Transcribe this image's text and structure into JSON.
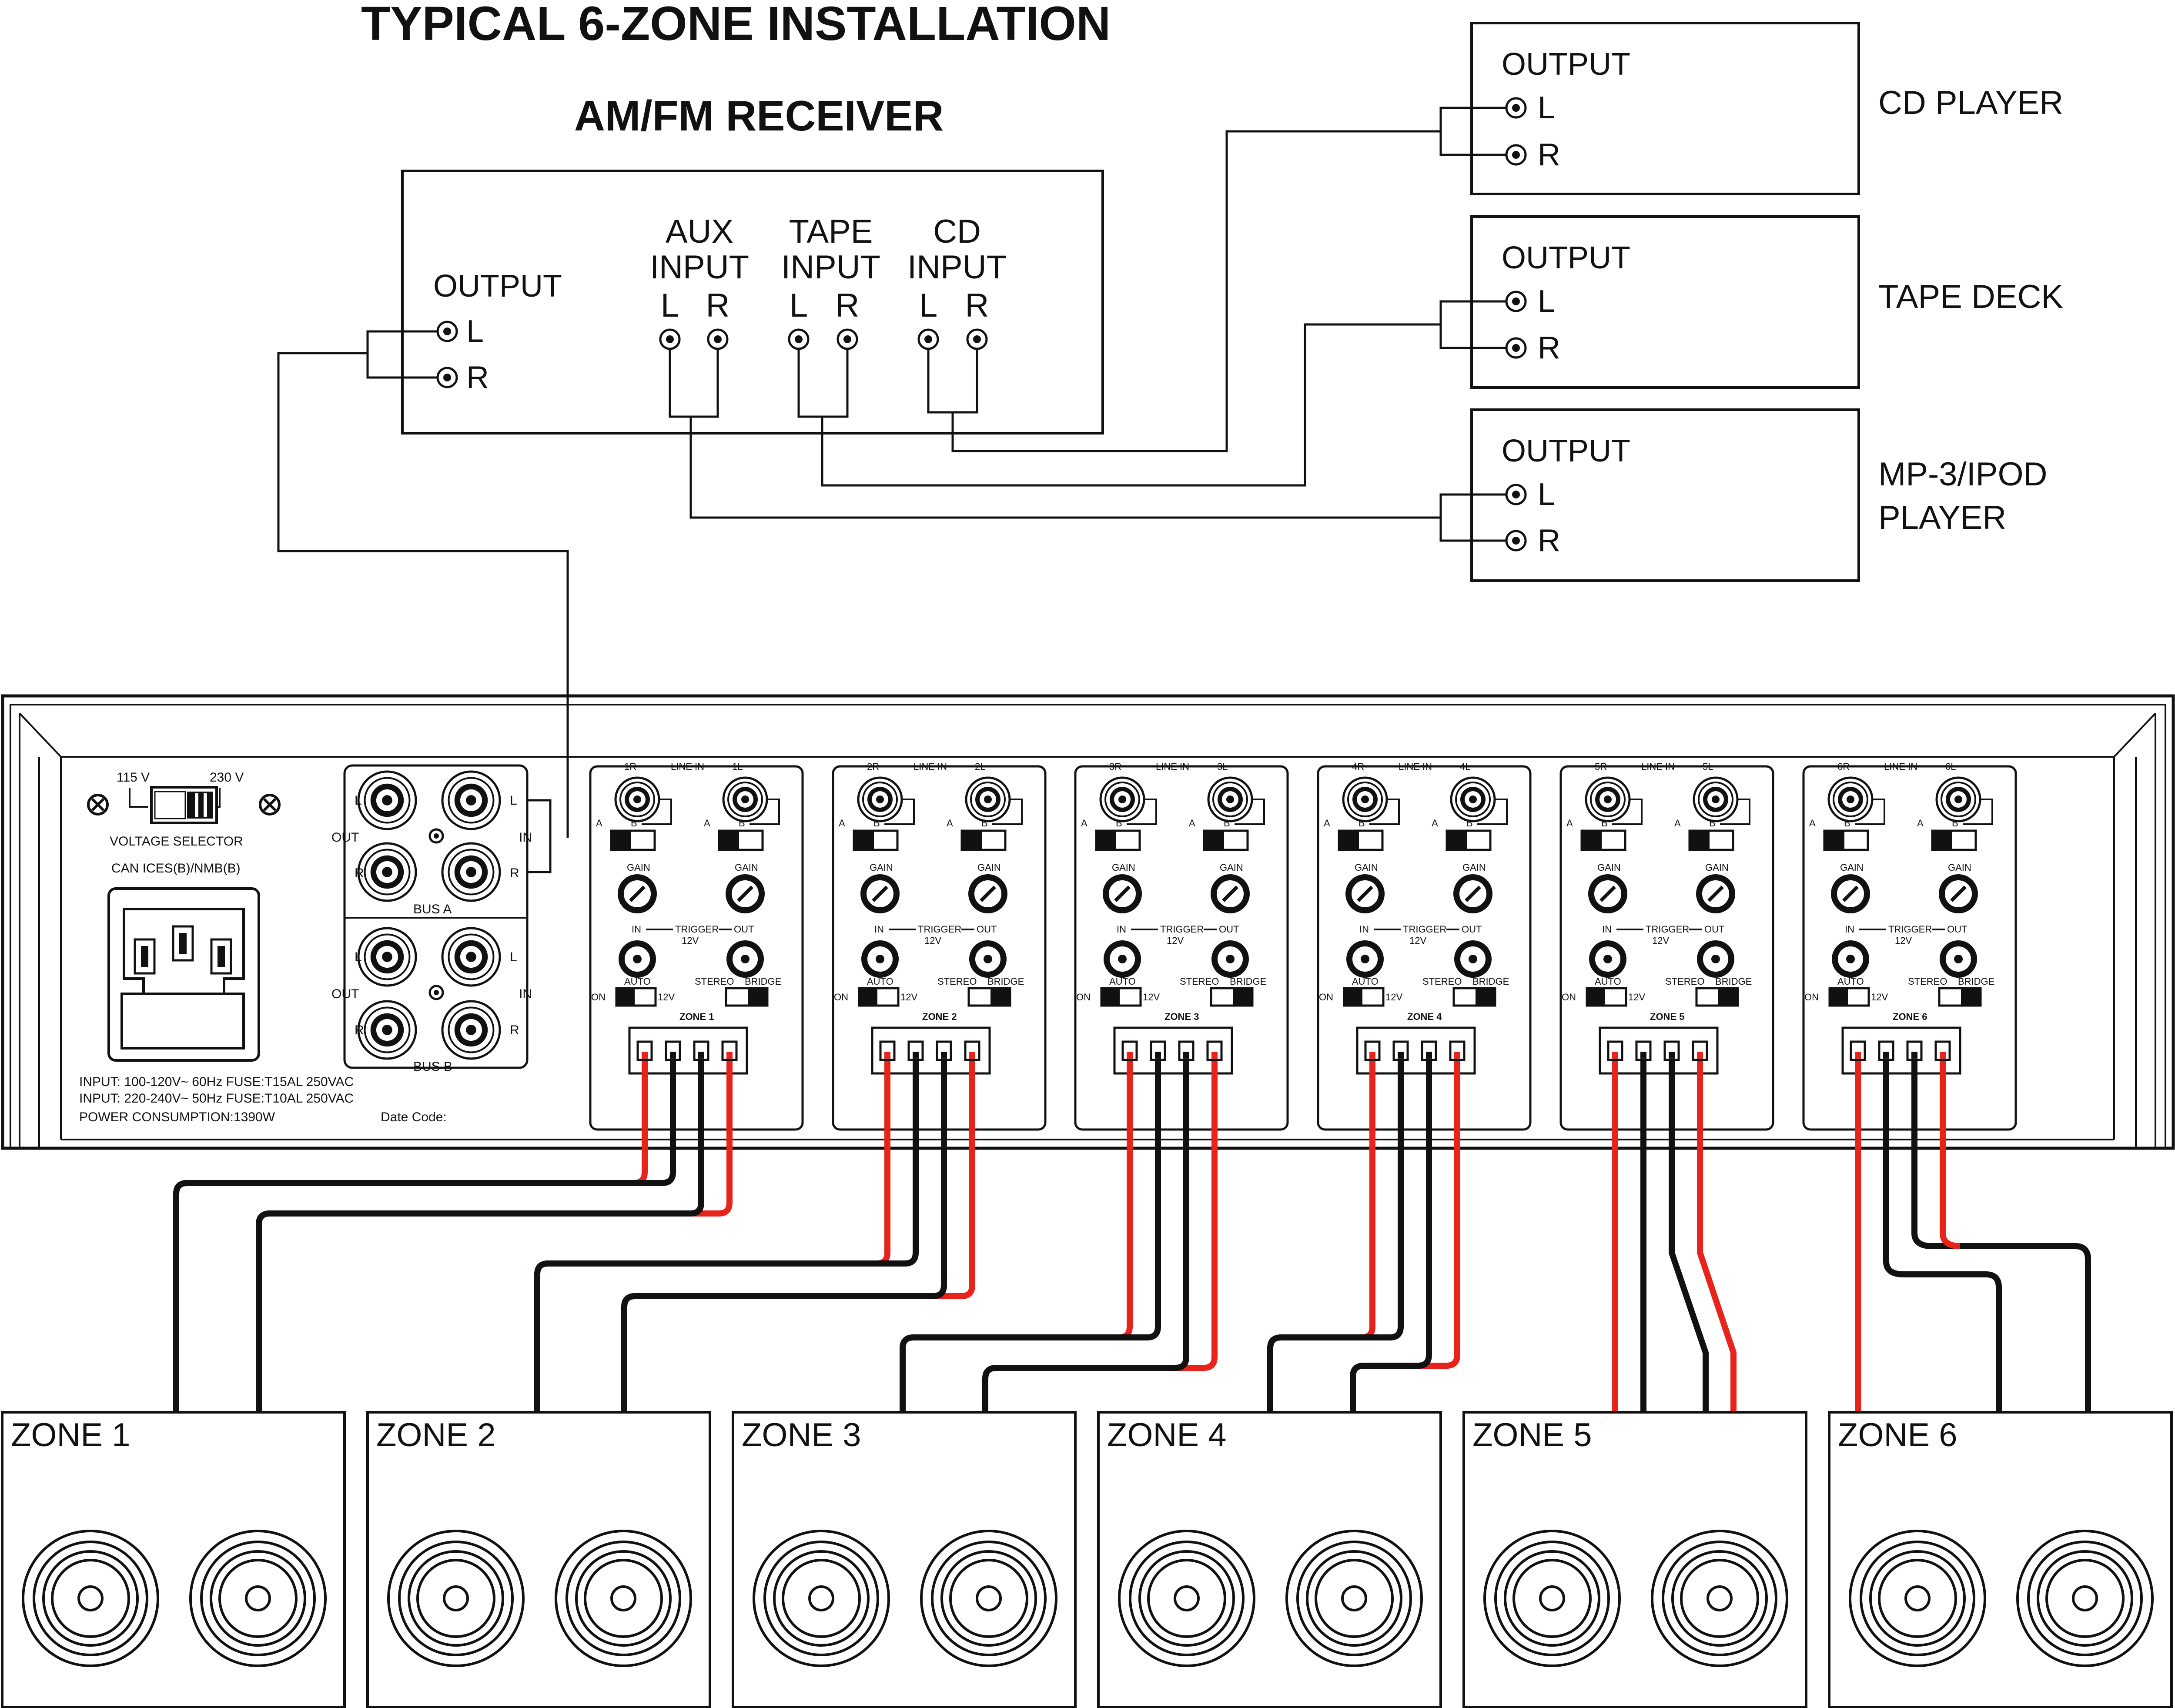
{
  "title": "TYPICAL 6-ZONE INSTALLATION",
  "receiver": {
    "name": "AM/FM RECEIVER",
    "output_label": "OUTPUT",
    "L": "L",
    "R": "R",
    "inputs": [
      {
        "line1": "AUX",
        "line2": "INPUT"
      },
      {
        "line1": "TAPE",
        "line2": "INPUT"
      },
      {
        "line1": "CD",
        "line2": "INPUT"
      }
    ]
  },
  "sources": [
    {
      "name": "CD PLAYER",
      "output_label": "OUTPUT",
      "L": "L",
      "R": "R"
    },
    {
      "name": "TAPE DECK",
      "output_label": "OUTPUT",
      "L": "L",
      "R": "R"
    },
    {
      "name_line1": "MP-3/IPOD",
      "name_line2": "PLAYER",
      "output_label": "OUTPUT",
      "L": "L",
      "R": "R"
    }
  ],
  "amplifier": {
    "v115": "115 V",
    "v230": "230 V",
    "voltage_selector": "VOLTAGE SELECTOR",
    "can_ices": "CAN ICES(B)/NMB(B)",
    "input1": "INPUT: 100-120V~ 60Hz FUSE:T15AL 250VAC",
    "input2": "INPUT: 220-240V~ 50Hz FUSE:T10AL 250VAC",
    "power": "POWER CONSUMPTION:1390W",
    "date_code": "Date Code:",
    "bus_a": "BUS A",
    "bus_b": "BUS B",
    "out": "OUT",
    "in": "IN",
    "L": "L",
    "R": "R",
    "modules": [
      {
        "r": "1R",
        "l": "1L",
        "zone": "ZONE 1"
      },
      {
        "r": "2R",
        "l": "2L",
        "zone": "ZONE 2"
      },
      {
        "r": "3R",
        "l": "3L",
        "zone": "ZONE 3"
      },
      {
        "r": "4R",
        "l": "4L",
        "zone": "ZONE 4"
      },
      {
        "r": "5R",
        "l": "5L",
        "zone": "ZONE 5"
      },
      {
        "r": "6R",
        "l": "6L",
        "zone": "ZONE 6"
      }
    ],
    "module_labels": {
      "line_in": "LINE IN",
      "a": "A",
      "b": "B",
      "gain": "GAIN",
      "in": "IN",
      "trigger": "TRIGGER",
      "out": "OUT",
      "v12": "12V",
      "auto": "AUTO",
      "on": "ON",
      "stereo": "STEREO",
      "bridge": "BRIDGE"
    }
  },
  "zones": [
    "ZONE 1",
    "ZONE 2",
    "ZONE 3",
    "ZONE 4",
    "ZONE 5",
    "ZONE 6"
  ],
  "colors": {
    "positive_wire": "#e8231b",
    "negative_wire": "#111111"
  }
}
